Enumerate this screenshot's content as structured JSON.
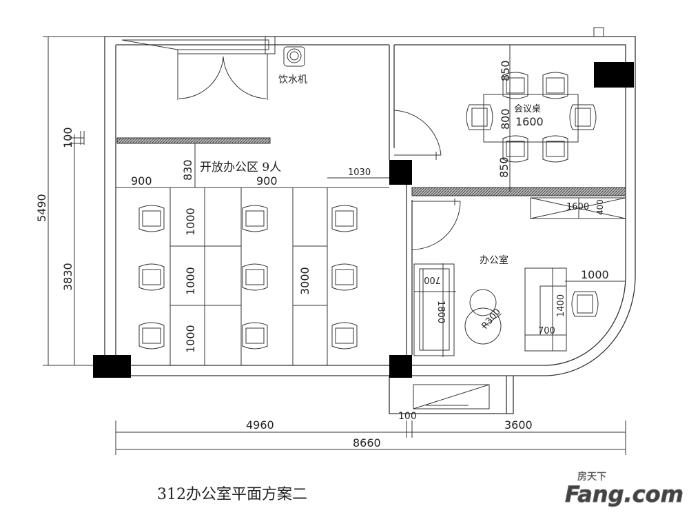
{
  "title": "312办公室平面方案二",
  "watermark": {
    "cn": "房天下",
    "en": "Fang.com"
  },
  "rooms": {
    "open_office": "开放办公区 9人",
    "meeting_table": "会议桌",
    "office": "办公室",
    "water_dispenser": "饮水机"
  },
  "dimensions": {
    "overall_width": "8660",
    "left_width": "4960",
    "right_width": "3600",
    "gap": "100",
    "overall_height": "5490",
    "lower_height": "3830",
    "wall_100": "100",
    "open_830": "830",
    "desk_900_a": "900",
    "desk_900_b": "900",
    "aisle_1030": "1030",
    "row_1000_a": "1000",
    "row_1000_b": "1000",
    "row_1000_c": "1000",
    "desk_3000": "3000",
    "meeting_top_850": "850",
    "meeting_800": "800",
    "meeting_1600": "1600",
    "meeting_bottom_850": "850",
    "cabinet_1600": "1600",
    "cabinet_400": "400",
    "sofa_700": "700",
    "sofa_1800": "1800",
    "coffee_r300": "R300",
    "desk_1000": "1000",
    "desk_1400": "1400",
    "desk_700": "700"
  }
}
